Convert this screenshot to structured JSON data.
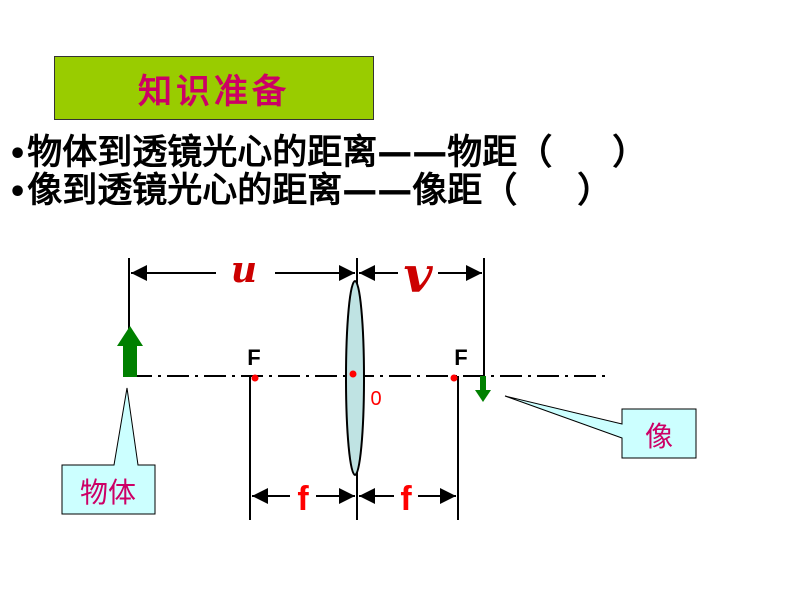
{
  "title": "知识准备",
  "definitions": [
    {
      "bullet": "•",
      "text": "物体到透镜光心的距离——物距",
      "paren_open": "（",
      "paren_close": "）"
    },
    {
      "bullet": "•",
      "text": "像到透镜光心的距离——像距",
      "paren_open": "（",
      "paren_close": "）"
    }
  ],
  "diagram": {
    "object_distance_label": "u",
    "image_distance_label": "v",
    "focal_point_left": "F",
    "focal_point_right": "F",
    "optical_center_label": "0",
    "focal_length_left": "f",
    "focal_length_right": "f",
    "object_callout": "物体",
    "image_callout": "像"
  },
  "colors": {
    "title_bg": "#99cc00",
    "title_text": "#cc0066",
    "arrow_green": "#008000",
    "lens_fill": "#bfe3e3",
    "callout_fill": "#ccffff",
    "label_red": "#ff0000"
  }
}
